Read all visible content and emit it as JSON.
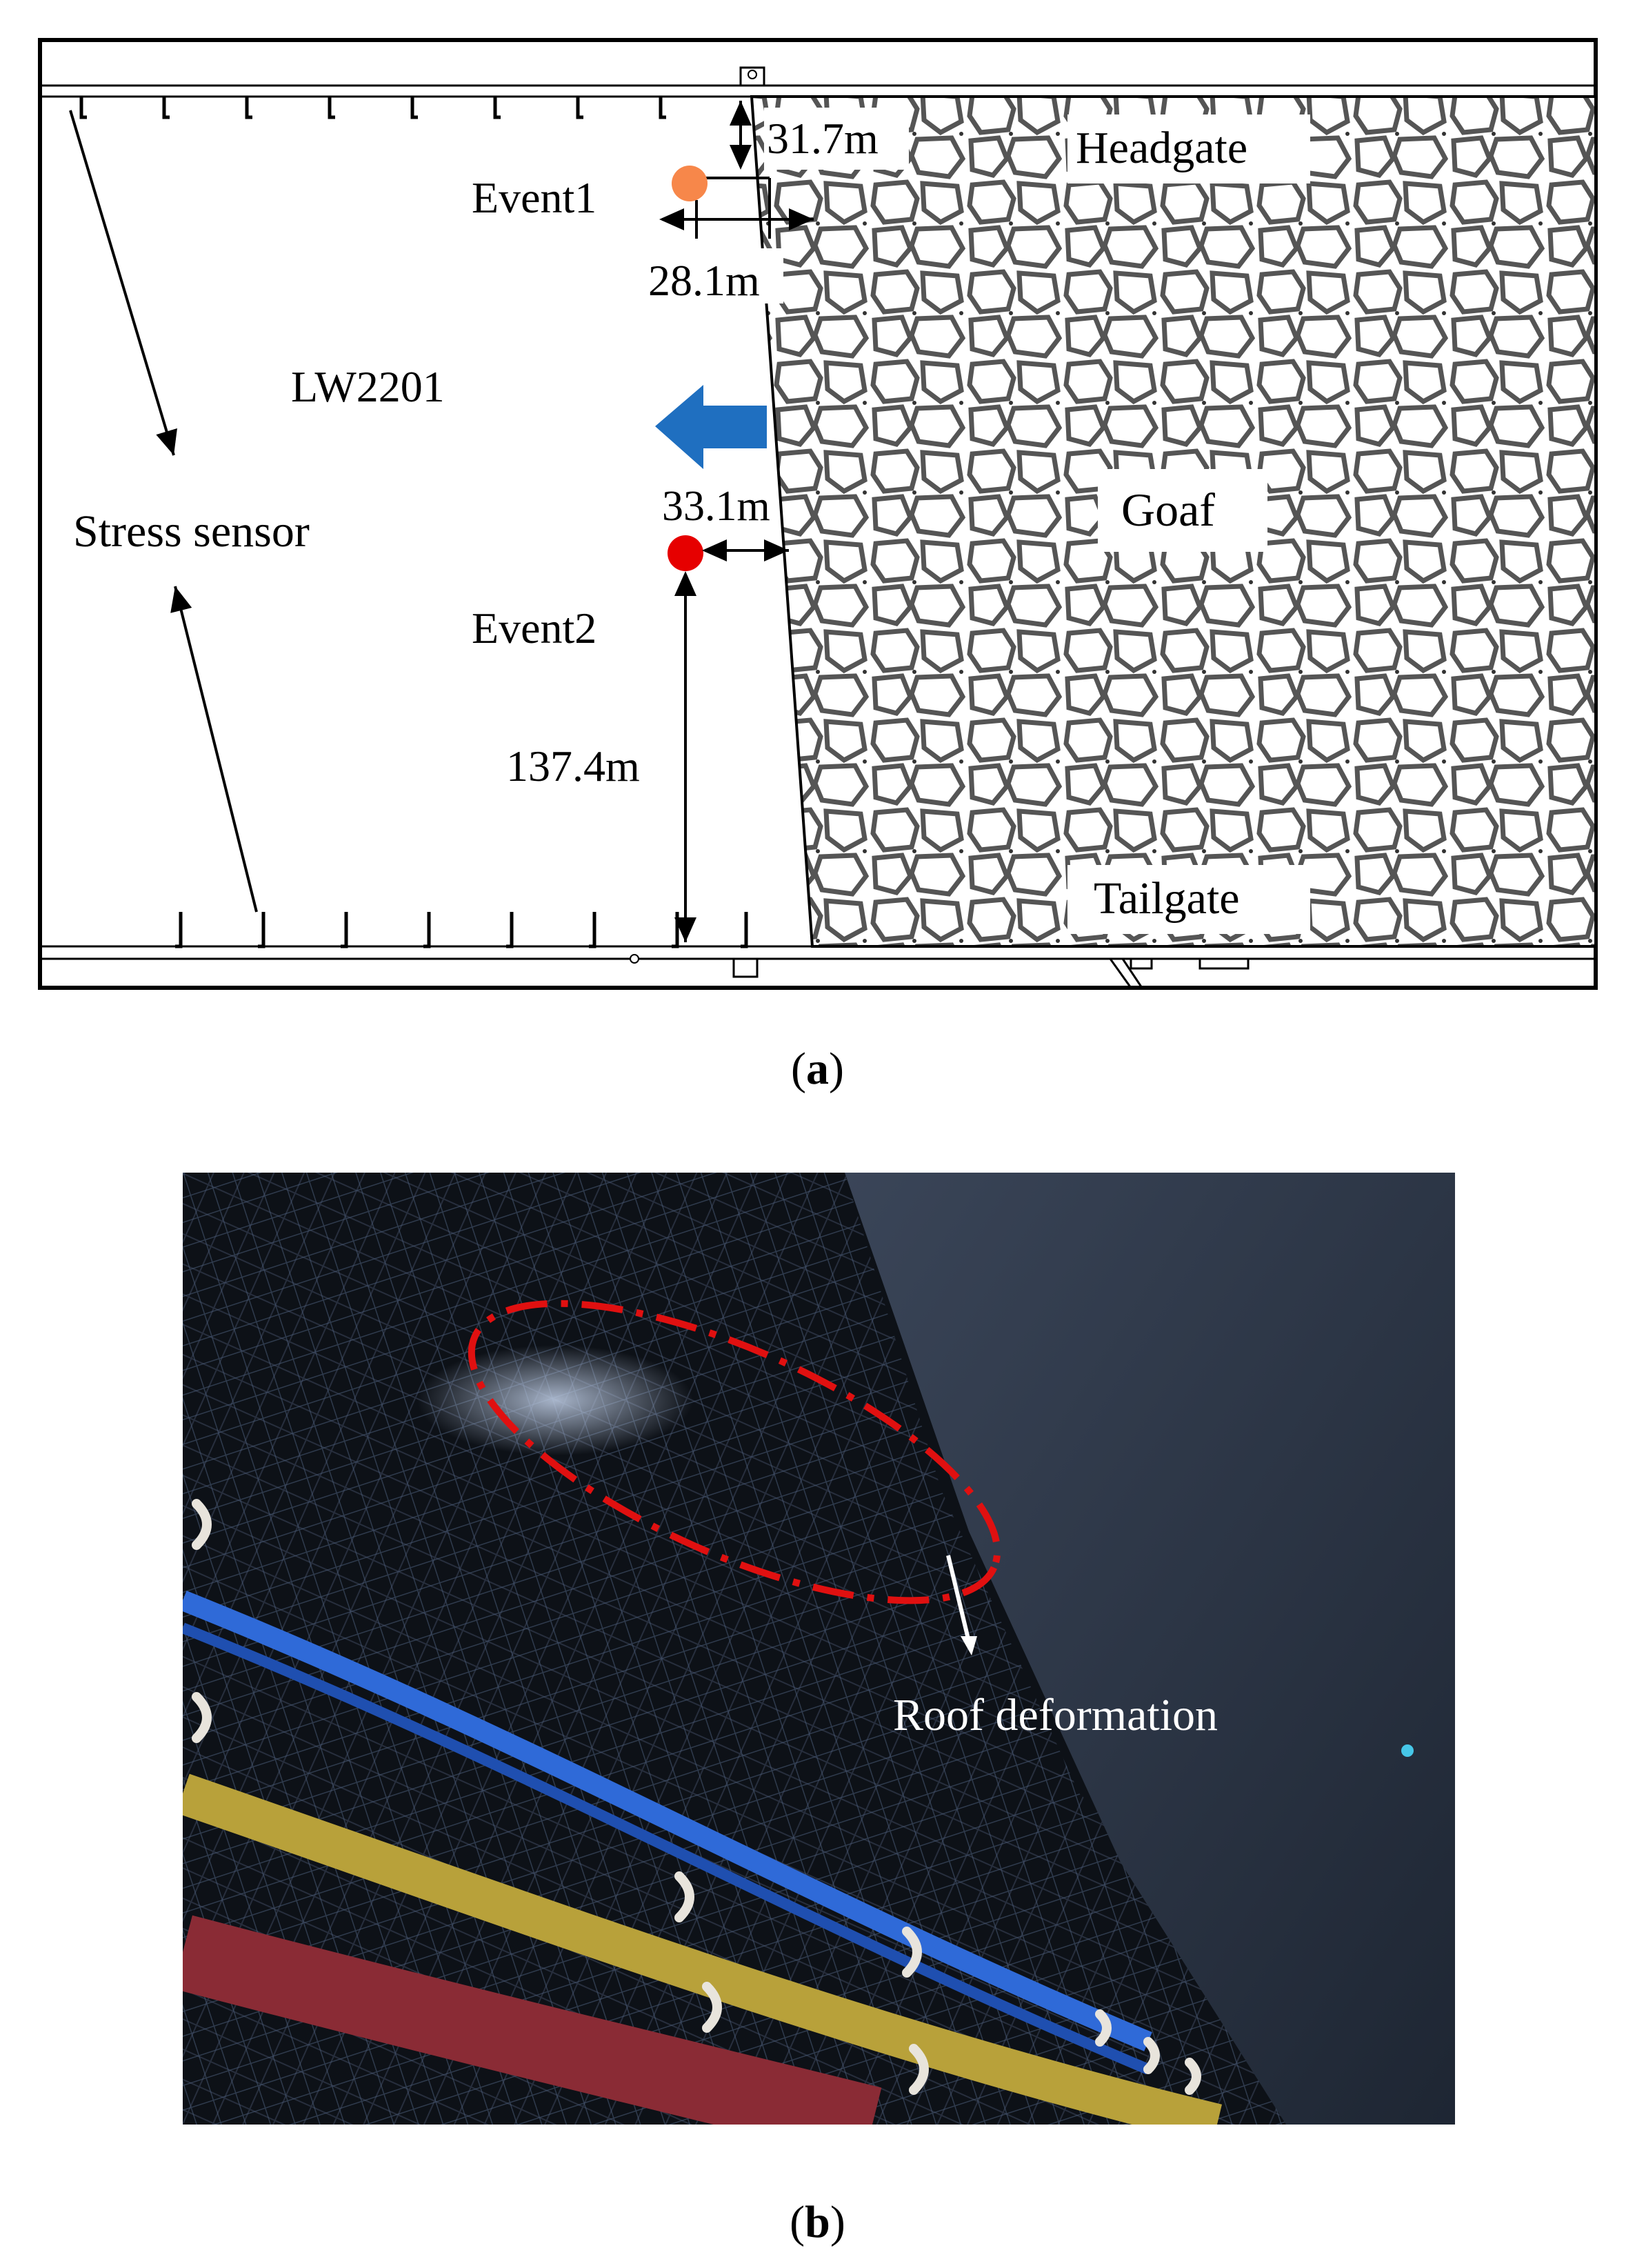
{
  "panel_a": {
    "labels": {
      "distance_top": "31.7m",
      "headgate": "Headgate",
      "event1": "Event1",
      "distance_event1": "28.1m",
      "workface": "LW2201",
      "goaf": "Goaf",
      "distance_event2_face": "33.1m",
      "stress_sensor": "Stress sensor",
      "event2": "Event2",
      "distance_event2_bottom": "137.4m",
      "tailgate": "Tailgate"
    },
    "caption": {
      "open": "(",
      "letter": "a",
      "close": ")"
    },
    "colors": {
      "event1": "#f7874a",
      "event2": "#e60000",
      "advance_arrow": "#1f6fc0"
    }
  },
  "panel_b": {
    "label": "Roof deformation",
    "caption": {
      "open": "(",
      "letter": "b",
      "close": ")"
    },
    "colors": {
      "ellipse": "#e01010",
      "label": "#ffffff"
    }
  }
}
